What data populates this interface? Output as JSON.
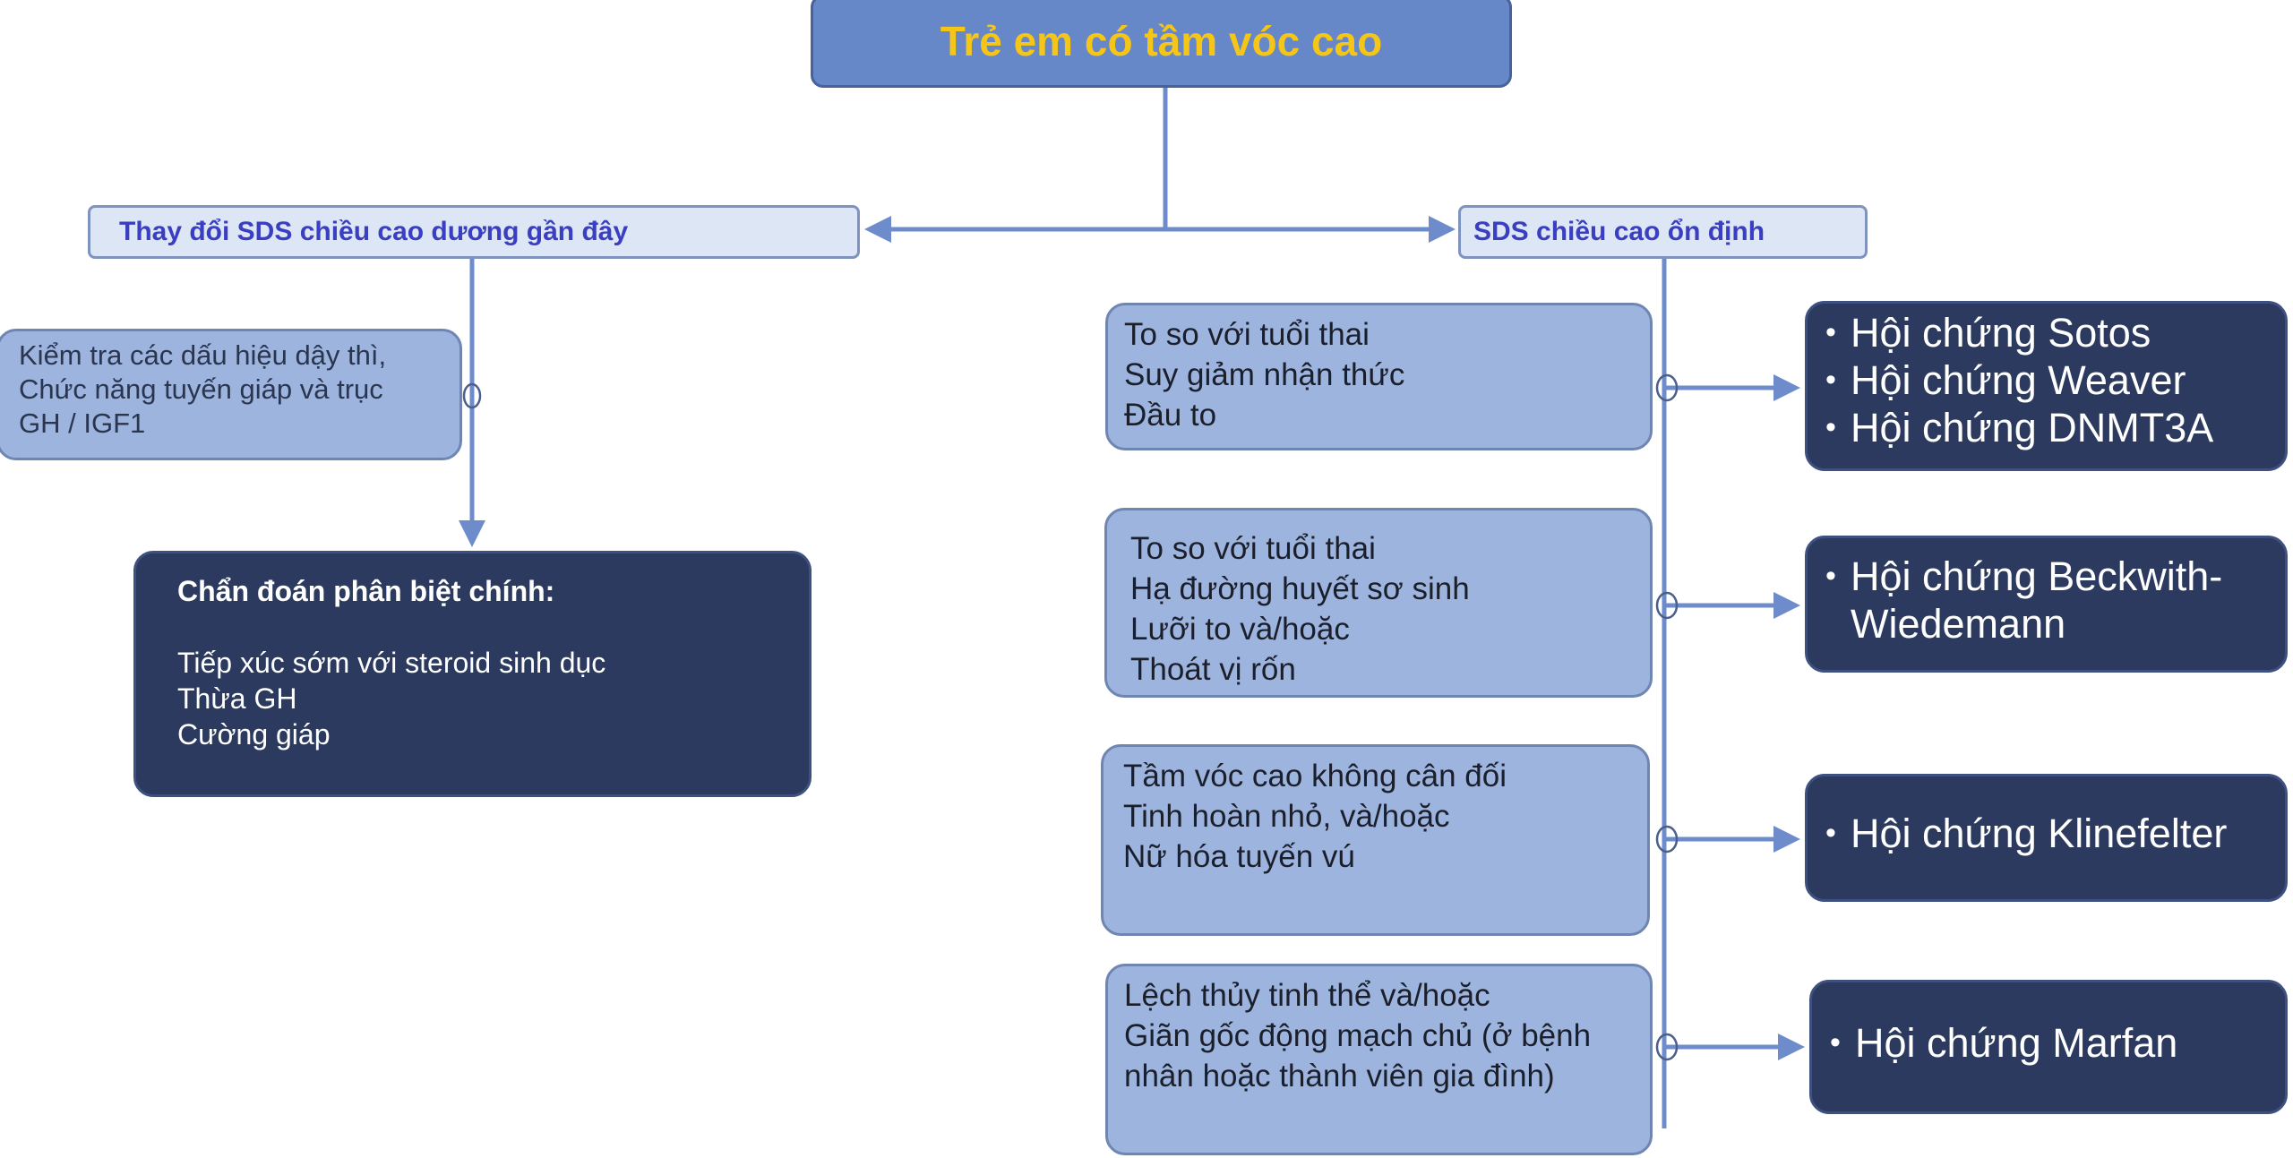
{
  "title": "Trẻ em có tầm vóc cao",
  "branches": {
    "left": {
      "header": "Thay đổi SDS chiều cao dương gần đây",
      "check_box": [
        "Kiểm tra các dấu hiệu dậy thì,",
        "Chức năng tuyến giáp và trục",
        "GH / IGF1"
      ],
      "diagnosis": {
        "heading": "Chẩn đoán phân biệt chính:",
        "items": [
          "Tiếp xúc sớm với steroid sinh dục",
          "Thừa GH",
          "Cường giáp"
        ]
      }
    },
    "right": {
      "header": "SDS chiều cao ổn định",
      "rows": [
        {
          "features": [
            "To so với tuổi thai",
            "Suy giảm nhận thức",
            "Đầu to"
          ],
          "syndromes": [
            "Hội chứng Sotos",
            "Hội chứng Weaver",
            "Hội chứng DNMT3A"
          ]
        },
        {
          "features": [
            "To so với tuổi thai",
            "Hạ đường huyết sơ sinh",
            "Lưỡi to và/hoặc",
            "Thoát vị rốn"
          ],
          "syndromes": [
            "Hội chứng Beckwith-",
            "Wiedemann"
          ]
        },
        {
          "features": [
            "Tầm vóc cao không cân đối",
            "Tinh hoàn nhỏ, và/hoặc",
            "Nữ hóa tuyến vú"
          ],
          "syndromes": [
            "Hội chứng Klinefelter"
          ]
        },
        {
          "features": [
            "Lệch thủy tinh thể và/hoặc",
            "Giãn gốc động mạch chủ (ở bệnh",
            "nhân hoặc thành viên gia đình)"
          ],
          "syndromes": [
            "Hội chứng Marfan"
          ]
        }
      ]
    }
  },
  "colors": {
    "title_fill": "#6687C8",
    "title_text": "#F5C518",
    "header_text": "#3A3EC0",
    "light_box": "#9DB4DE",
    "dark_box": "#2B3A5E",
    "connector": "#6E8CCB"
  }
}
